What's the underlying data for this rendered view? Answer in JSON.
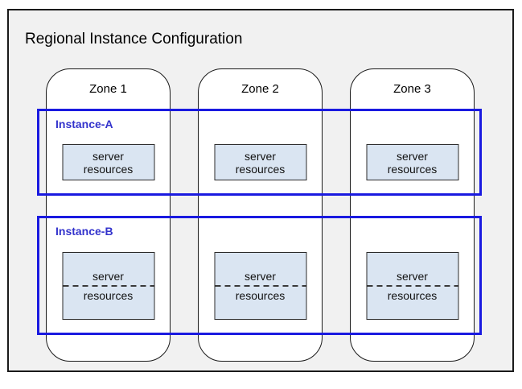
{
  "diagram": {
    "title": "Regional Instance Configuration",
    "zones": [
      {
        "label": "Zone 1"
      },
      {
        "label": "Zone 2"
      },
      {
        "label": "Zone 3"
      }
    ],
    "instances": [
      {
        "label": "Instance-A"
      },
      {
        "label": "Instance-B"
      }
    ],
    "server_box": {
      "line1": "server",
      "line2": "resources"
    },
    "colors": {
      "instance_border": "#1a1ae0",
      "instance_label_text": "#3333cc",
      "server_box_fill": "#dae5f2",
      "region_fill": "#f1f1f1",
      "zone_fill": "#ffffff",
      "outline": "#1a1a1a"
    }
  }
}
